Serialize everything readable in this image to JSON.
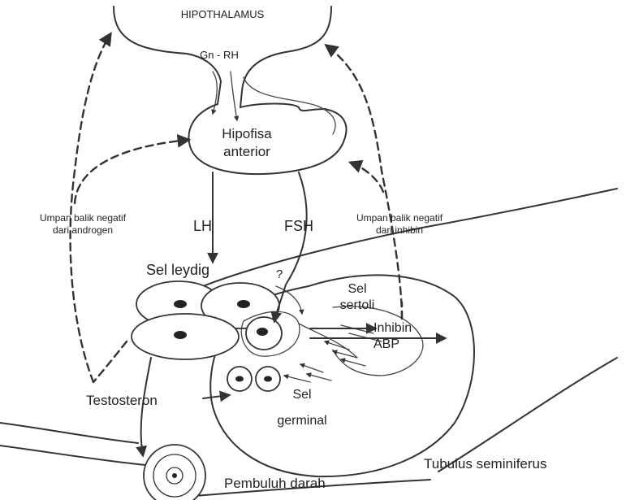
{
  "labels": {
    "hypothalamus": "HIPOTHALAMUS",
    "gnrh": "Gn - RH",
    "pituitary_line1": "Hipofisa",
    "pituitary_line2": "anterior",
    "lh": "LH",
    "fsh": "FSH",
    "feedback_androgen_line1": "Umpan balik negatif",
    "feedback_androgen_line2": "dari androgen",
    "feedback_inhibin_line1": "Umpan balik negatif",
    "feedback_inhibin_line2": "dari inhibin",
    "leydig": "Sel leydig",
    "question_mark": "?",
    "sertoli_line1": "Sel",
    "sertoli_line2": "sertoli",
    "inhibin": "Inhibin",
    "abp": "ABP",
    "testosterone": "Testosteron",
    "germinal_line1": "Sel",
    "germinal_line2": "germinal",
    "tubule": "Tubulus seminiferus",
    "blood_vessel": "Pembuluh darah"
  }
}
